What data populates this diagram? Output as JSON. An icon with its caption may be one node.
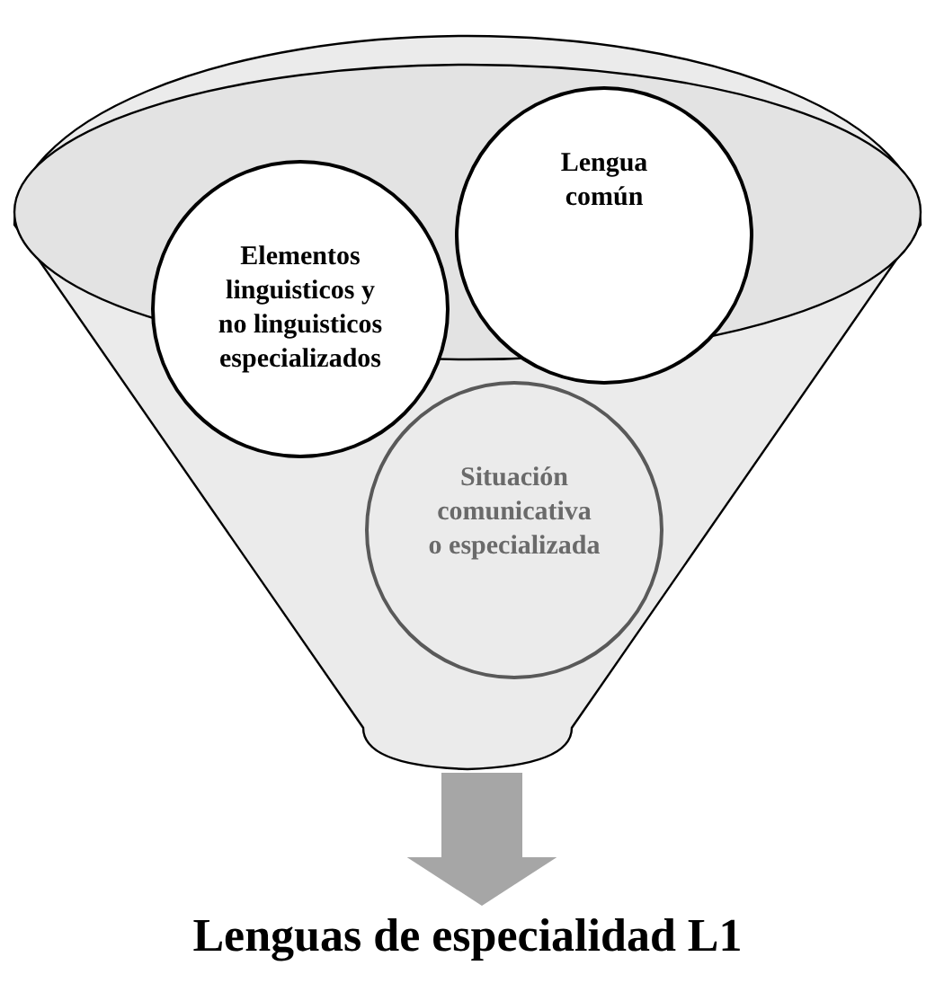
{
  "diagram": {
    "nodes": [
      {
        "text": [],
        "shape": "funnel"
      },
      {
        "text": [
          "Elementos linguisticos y no linguisticos especializados"
        ],
        "in": 0
      },
      {
        "text": [
          "Lengua común"
        ],
        "in": 0
      },
      {
        "text": [
          "Situación comunicativa o especializada"
        ],
        "in": 0
      },
      {
        "text": [
          "Lenguas de especialidad L1"
        ]
      }
    ],
    "edges": [
      {
        "from": 0,
        "to": 4,
        "arrow": "to",
        "color": "#a6a6a6"
      }
    ]
  }
}
